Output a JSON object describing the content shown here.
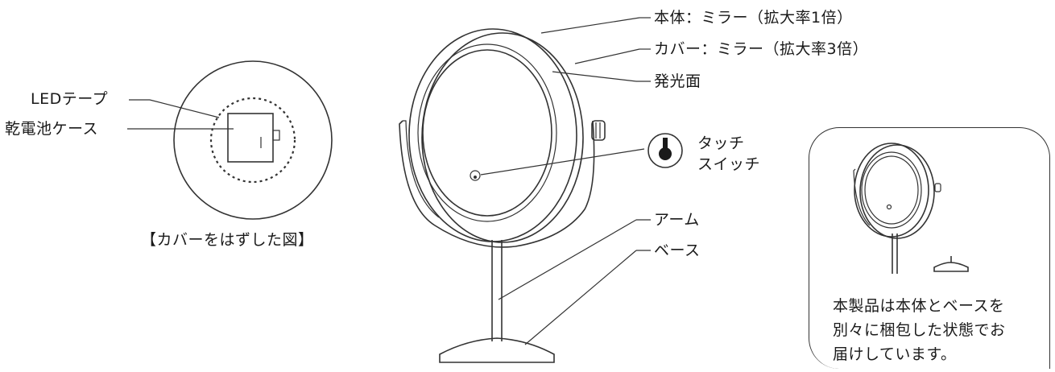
{
  "labels": {
    "led_tape": "LEDテープ",
    "battery_case": "乾電池ケース",
    "cover_removed_caption": "【カバーをはずした図】",
    "body_mirror": "本体：ミラー（拡大率1倍）",
    "cover_mirror": "カバー：ミラー（拡大率3倍）",
    "light_surface": "発光面",
    "touch_switch_line1": "タッチ",
    "touch_switch_line2": "スイッチ",
    "arm": "アーム",
    "base": "ベース"
  },
  "note": {
    "line1": "本製品は本体とベースを",
    "line2": "別々に梱包した状態でお",
    "line3": "届けしています。"
  }
}
